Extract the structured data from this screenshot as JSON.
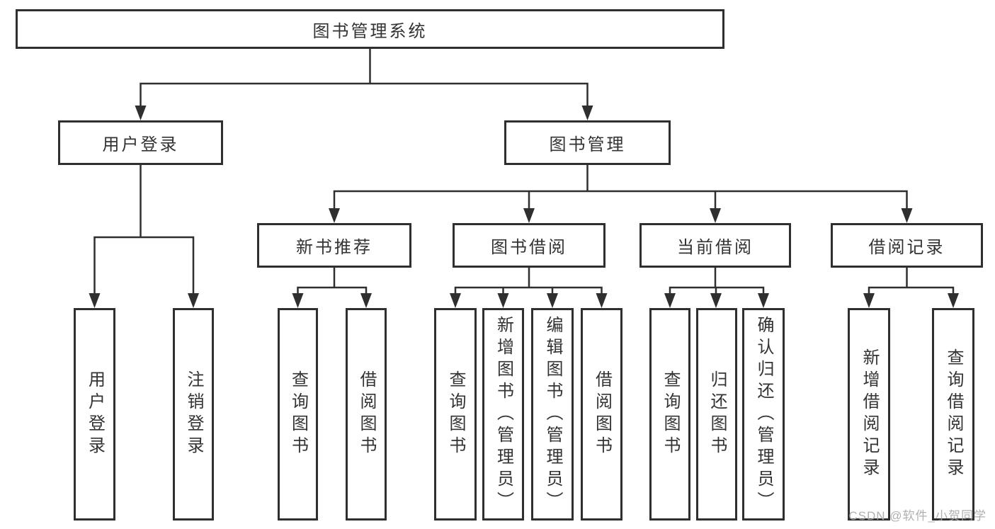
{
  "diagram": {
    "root": {
      "label": "图书管理系统"
    },
    "branches": [
      {
        "label": "用户登录",
        "children": [
          {
            "label": "用户登录"
          },
          {
            "label": "注销登录"
          }
        ]
      },
      {
        "label": "图书管理",
        "children": [
          {
            "label": "新书推荐",
            "children": [
              {
                "label": "查询图书"
              },
              {
                "label": "借阅图书"
              }
            ]
          },
          {
            "label": "图书借阅",
            "children": [
              {
                "label": "查询图书"
              },
              {
                "label": "新增图书（管理员）"
              },
              {
                "label": "编辑图书（管理员）"
              },
              {
                "label": "借阅图书"
              }
            ]
          },
          {
            "label": "当前借阅",
            "children": [
              {
                "label": "查询图书"
              },
              {
                "label": "归还图书"
              },
              {
                "label": "确认归还（管理员）"
              }
            ]
          },
          {
            "label": "借阅记录",
            "children": [
              {
                "label": "新增借阅记录"
              },
              {
                "label": "查询借阅记录"
              }
            ]
          }
        ]
      }
    ],
    "watermark": "CSDN @软件_小贺同学",
    "colors": {
      "line": "#2f2f2f",
      "text": "#333333",
      "watermark": "#a8a8a8",
      "background": "#ffffff"
    }
  }
}
